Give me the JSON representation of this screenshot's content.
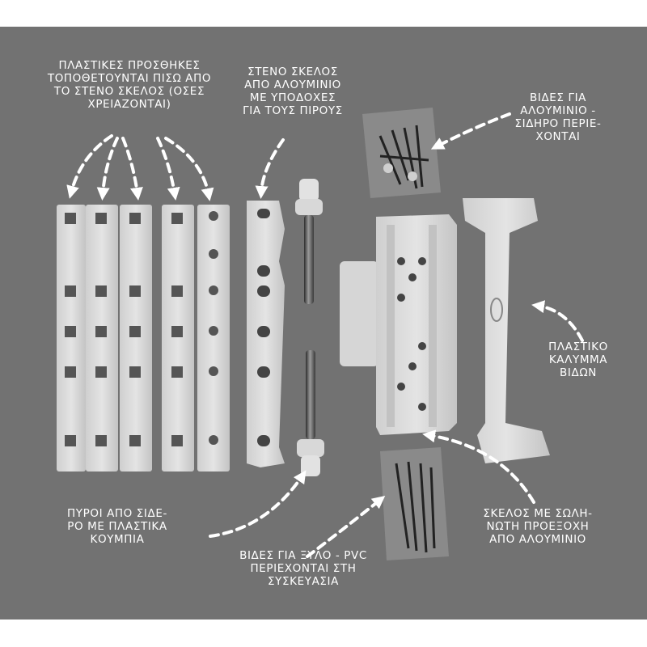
{
  "colors": {
    "background": "#727272",
    "parts": "#dcdcdc",
    "arrow": "#ffffff",
    "text": "#ffffff"
  },
  "labels": {
    "plastic_additions": "ΠΛΑΣΤΙΚΕΣ ΠΡΟΣΘΗΚΕΣ\nΤΟΠΟΘΕΤΟΥΝΤΑΙ ΠΙΣΩ ΑΠΟ\nΤΟ ΣΤΕΝΟ ΣΚΕΛΟΣ (ΟΣΕΣ\nΧΡΕΙΑΖΟΝΤΑΙ)",
    "narrow_leg": "ΣΤΕΝΟ ΣΚΕΛΟΣ\nΑΠΟ ΑΛΟΥΜΙΝΙΟ\nΜΕ ΥΠΟΔΟΧΕΣ\nΓΙΑ ΤΟΥΣ ΠΙΡΟΥΣ",
    "screws_aluminium": "ΒΙΔΕΣ ΓΙΑ\nΑΛΟΥΜΙΝΙΟ -\nΣΙΔΗΡΟ ΠΕΡΙΕ-\nΧΟΝΤΑΙ",
    "plastic_cover": "ΠΛΑΣΤΙΚΟ\nΚΑΛΥΜΜΑ\nΒΙΔΩΝ",
    "steel_pins": "ΠΥΡΟΙ ΑΠΟ ΣΙΔΕ-\nΡΟ ΜΕ ΠΛΑΣΤΙΚΑ\nΚΟΥΜΠΙΑ",
    "screws_wood": "ΒΙΔΕΣ ΓΙΑ ΞΥΛΟ - PVC\nΠΕΡΙΕΧΟΝΤΑΙ ΣΤΗ\nΣΥΣΚΕΥΑΣΙΑ",
    "tubular_leg": "ΣΚΕΛΟΣ ΜΕ ΣΩΛΗ-\nΝΩΤΗ ΠΡΟΕΞΟΧΗ\nΑΠΟ ΑΛΟΥΜΙΝΙΟ"
  },
  "icons": {
    "cover_logo": "oval-logo-icon"
  }
}
